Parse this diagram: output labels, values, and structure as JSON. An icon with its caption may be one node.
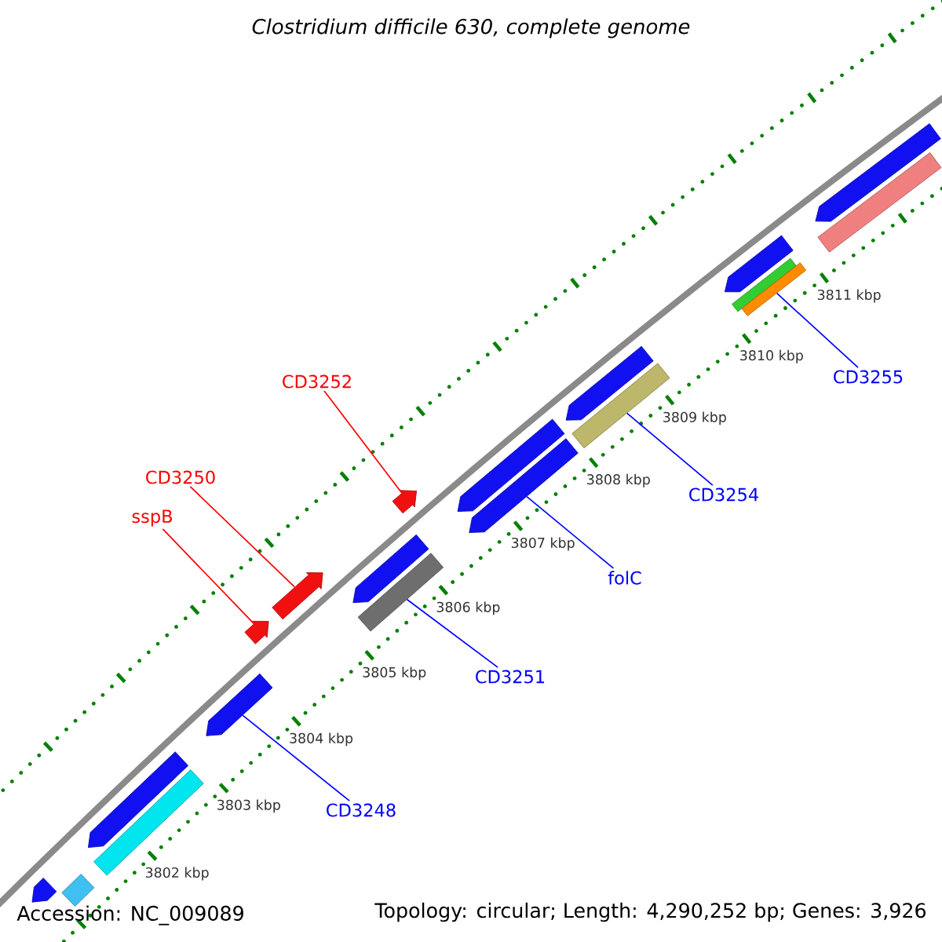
{
  "diagram": {
    "title": "Clostridium difficile 630, complete genome",
    "nodes": [
      {
        "text": [
          "CD3255"
        ]
      },
      {
        "text": [
          "CD3252"
        ]
      },
      {
        "text": [
          "CD3250"
        ]
      },
      {
        "text": [
          "CD3254"
        ]
      },
      {
        "text": [
          "sspB"
        ]
      },
      {
        "text": [
          "folC"
        ]
      },
      {
        "text": [
          "CD3251"
        ]
      },
      {
        "text": [
          "CD3248"
        ]
      },
      {
        "text": [],
        "shape": "arrow"
      },
      {
        "text": [],
        "shape": "bar"
      },
      {
        "text": [],
        "shape": "bar"
      },
      {
        "text": [],
        "shape": "arrow"
      },
      {
        "text": [],
        "shape": "arrow"
      },
      {
        "text": [],
        "shape": "arrow"
      },
      {
        "text": [],
        "shape": "arrow"
      },
      {
        "text": [],
        "shape": "bar"
      },
      {
        "text": [],
        "shape": "arrow"
      },
      {
        "text": [],
        "shape": "arrow"
      },
      {
        "text": [],
        "shape": "arrow"
      },
      {
        "text": [],
        "shape": "arrow"
      },
      {
        "text": [],
        "shape": "bar"
      },
      {
        "text": [],
        "shape": "arrow"
      },
      {
        "text": [],
        "shape": "bar"
      },
      {
        "text": [],
        "shape": "bar"
      },
      {
        "text": [],
        "shape": "arrow"
      },
      {
        "text": [],
        "shape": "bar"
      },
      {
        "text": [],
        "shape": "arrow"
      }
    ],
    "edges": [
      {
        "from": 0,
        "to": 23,
        "arrow": "none"
      },
      {
        "from": 1,
        "to": 17,
        "arrow": "none",
        "color": "#ff0000"
      },
      {
        "from": 2,
        "to": 14,
        "arrow": "none",
        "color": "#ff0000"
      },
      {
        "from": 3,
        "to": 20,
        "arrow": "none"
      },
      {
        "from": 4,
        "to": 13,
        "arrow": "none",
        "color": "#ff0000"
      },
      {
        "from": 5,
        "to": 18,
        "arrow": "none"
      },
      {
        "from": 6,
        "to": 15,
        "arrow": "none"
      },
      {
        "from": 7,
        "to": 12,
        "arrow": "none"
      }
    ],
    "labels": [
      "3802 kbp",
      "3803 kbp",
      "3804 kbp",
      "3805 kbp",
      "3806 kbp",
      "3807 kbp",
      "3808 kbp",
      "3809 kbp",
      "3810 kbp",
      "3811 kbp",
      "Accession: NC_009089",
      "Topology: circular; Length: 4,290,252 bp; Genes: 3,926"
    ]
  }
}
